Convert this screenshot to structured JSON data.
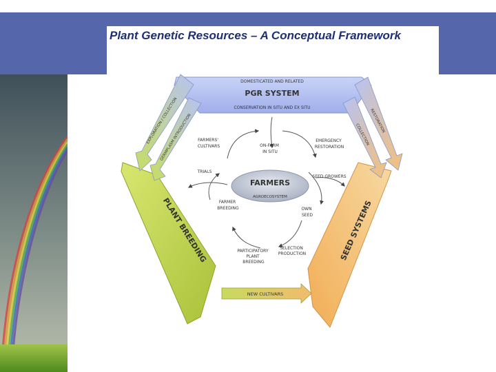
{
  "slide": {
    "title": "Plant Genetic Resources – A Conceptual Framework"
  },
  "diagram": {
    "top_bar": {
      "title": "PGR SYSTEM",
      "line1": "DOMESTICATED AND RELATED",
      "line2": "CONSERVATION IN SITU AND EX SITU"
    },
    "left_bar": {
      "title": "PLANT BREEDING"
    },
    "right_bar": {
      "title": "SEED SYSTEMS"
    },
    "center": {
      "title": "FARMERS",
      "subtitle": "AGROECOSYSTEM"
    },
    "arrows": {
      "upper_left_outer": "EXPLORATION / COLLECTION",
      "upper_left_inner": "GERMPLASM INTRODUCTION",
      "upper_right_outer": "RESTORATION",
      "upper_right_inner": "COLLECTION",
      "bottom": "NEW CULTIVARS"
    },
    "nodes": {
      "farmers_cultivars": [
        "FARMERS'",
        "CULTIVARS"
      ],
      "on_farm": [
        "ON-FARM",
        "IN SITU"
      ],
      "emergency": [
        "EMERGENCY",
        "RESTORATION"
      ],
      "trials": [
        "TRIALS"
      ],
      "seed_growers": [
        "SEED GROWERS"
      ],
      "farmer_breeding": [
        "FARMER",
        "BREEDING"
      ],
      "own_seed": [
        "OWN",
        "SEED"
      ],
      "participatory": [
        "PARTICIPATORY",
        "PLANT",
        "BREEDING"
      ],
      "seed_production": [
        "SELECTION",
        "PRODUCTION"
      ]
    }
  },
  "colors": {
    "header": "#5566aa",
    "title_text": "#1f2f6f",
    "pgr_bar": "#a9b7ee",
    "breeding_bar": "#c5d84f",
    "seed_bar": "#f4bd6e",
    "center_ellipse": "#c6ccd8"
  }
}
